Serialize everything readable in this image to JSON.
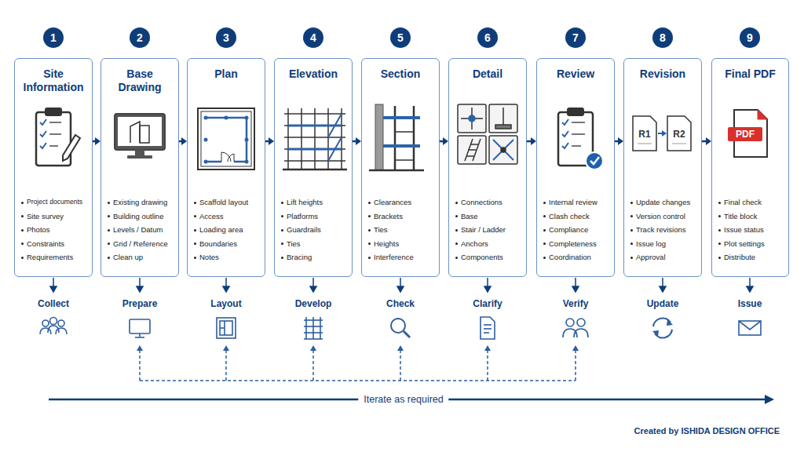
{
  "diagram": {
    "nodes": [
      {
        "text": [
          "1"
        ]
      },
      {
        "text": [
          "2"
        ]
      },
      {
        "text": [
          "3"
        ]
      },
      {
        "text": [
          "4"
        ]
      },
      {
        "text": [
          "5"
        ]
      },
      {
        "text": [
          "6"
        ]
      },
      {
        "text": [
          "7"
        ]
      },
      {
        "text": [
          "8"
        ]
      },
      {
        "text": [
          "9"
        ]
      },
      {
        "text": [
          "Site Information",
          "Project documents",
          "Site survey",
          "Photos",
          "Constraints",
          "Requirements"
        ]
      },
      {
        "text": [
          "Base Drawing",
          "Existing drawing",
          "Building outline",
          "Levels / Datum",
          "Grid / Reference",
          "Clean up"
        ]
      },
      {
        "text": [
          "Plan",
          "Scaffold layout",
          "Access",
          "Loading area",
          "Boundaries",
          "Notes"
        ]
      },
      {
        "text": [
          "Elevation",
          "Lift heights",
          "Platforms",
          "Guardrails",
          "Ties",
          "Bracing"
        ]
      },
      {
        "text": [
          "Section",
          "Clearances",
          "Brackets",
          "Ties",
          "Heights",
          "Interference"
        ]
      },
      {
        "text": [
          "Detail",
          "Connections",
          "Base",
          "Stair / Ladder",
          "Anchors",
          "Components"
        ]
      },
      {
        "text": [
          "Review",
          "Internal review",
          "Clash check",
          "Compliance",
          "Completeness",
          "Coordination"
        ]
      },
      {
        "text": [
          "Revision",
          "Update changes",
          "Version control",
          "Track revisions",
          "Issue log",
          "Approval"
        ]
      },
      {
        "text": [
          "Final PDF",
          "Final check",
          "Title block",
          "Issue status",
          "Plot settings",
          "Distribute"
        ]
      }
    ],
    "edges": [
      {
        "from": 9,
        "to": 10,
        "arrow": "to"
      },
      {
        "from": 10,
        "to": 11,
        "arrow": "to"
      },
      {
        "from": 11,
        "to": 12,
        "arrow": "to"
      },
      {
        "from": 12,
        "to": 13,
        "arrow": "to"
      },
      {
        "from": 13,
        "to": 14,
        "arrow": "to"
      },
      {
        "from": 14,
        "to": 15,
        "arrow": "to"
      },
      {
        "from": 15,
        "to": 16,
        "arrow": "to"
      },
      {
        "from": 16,
        "to": 17,
        "arrow": "to"
      }
    ],
    "labels": [
      "R1",
      "R2",
      "PDF",
      "Collect",
      "Prepare",
      "Layout",
      "Develop",
      "Check",
      "Clarify",
      "Verify",
      "Update",
      "Issue",
      "Iterate as required",
      "Created by ISHIDA DESIGN OFFICE"
    ]
  }
}
